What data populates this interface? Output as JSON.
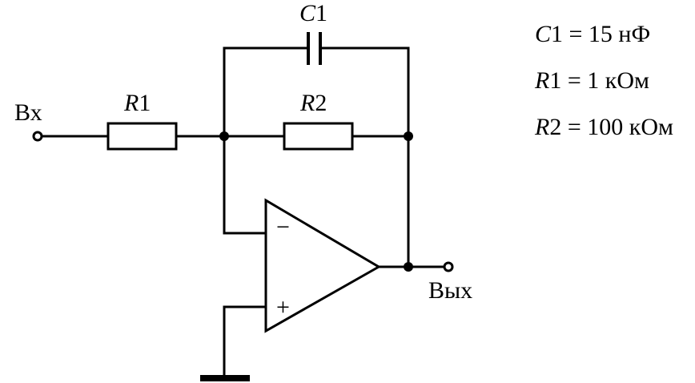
{
  "labels": {
    "input": "Вх",
    "output": "Вых",
    "r1": {
      "sym": "R",
      "idx": "1"
    },
    "r2": {
      "sym": "R",
      "idx": "2"
    },
    "c1": {
      "sym": "C",
      "idx": "1"
    },
    "minus": "−",
    "plus": "+"
  },
  "values": [
    {
      "sym": "C",
      "rest": "1 = 15 нФ"
    },
    {
      "sym": "R",
      "rest": "1 = 1 кОм"
    },
    {
      "sym": "R",
      "rest": "2 = 100 кОм"
    }
  ]
}
